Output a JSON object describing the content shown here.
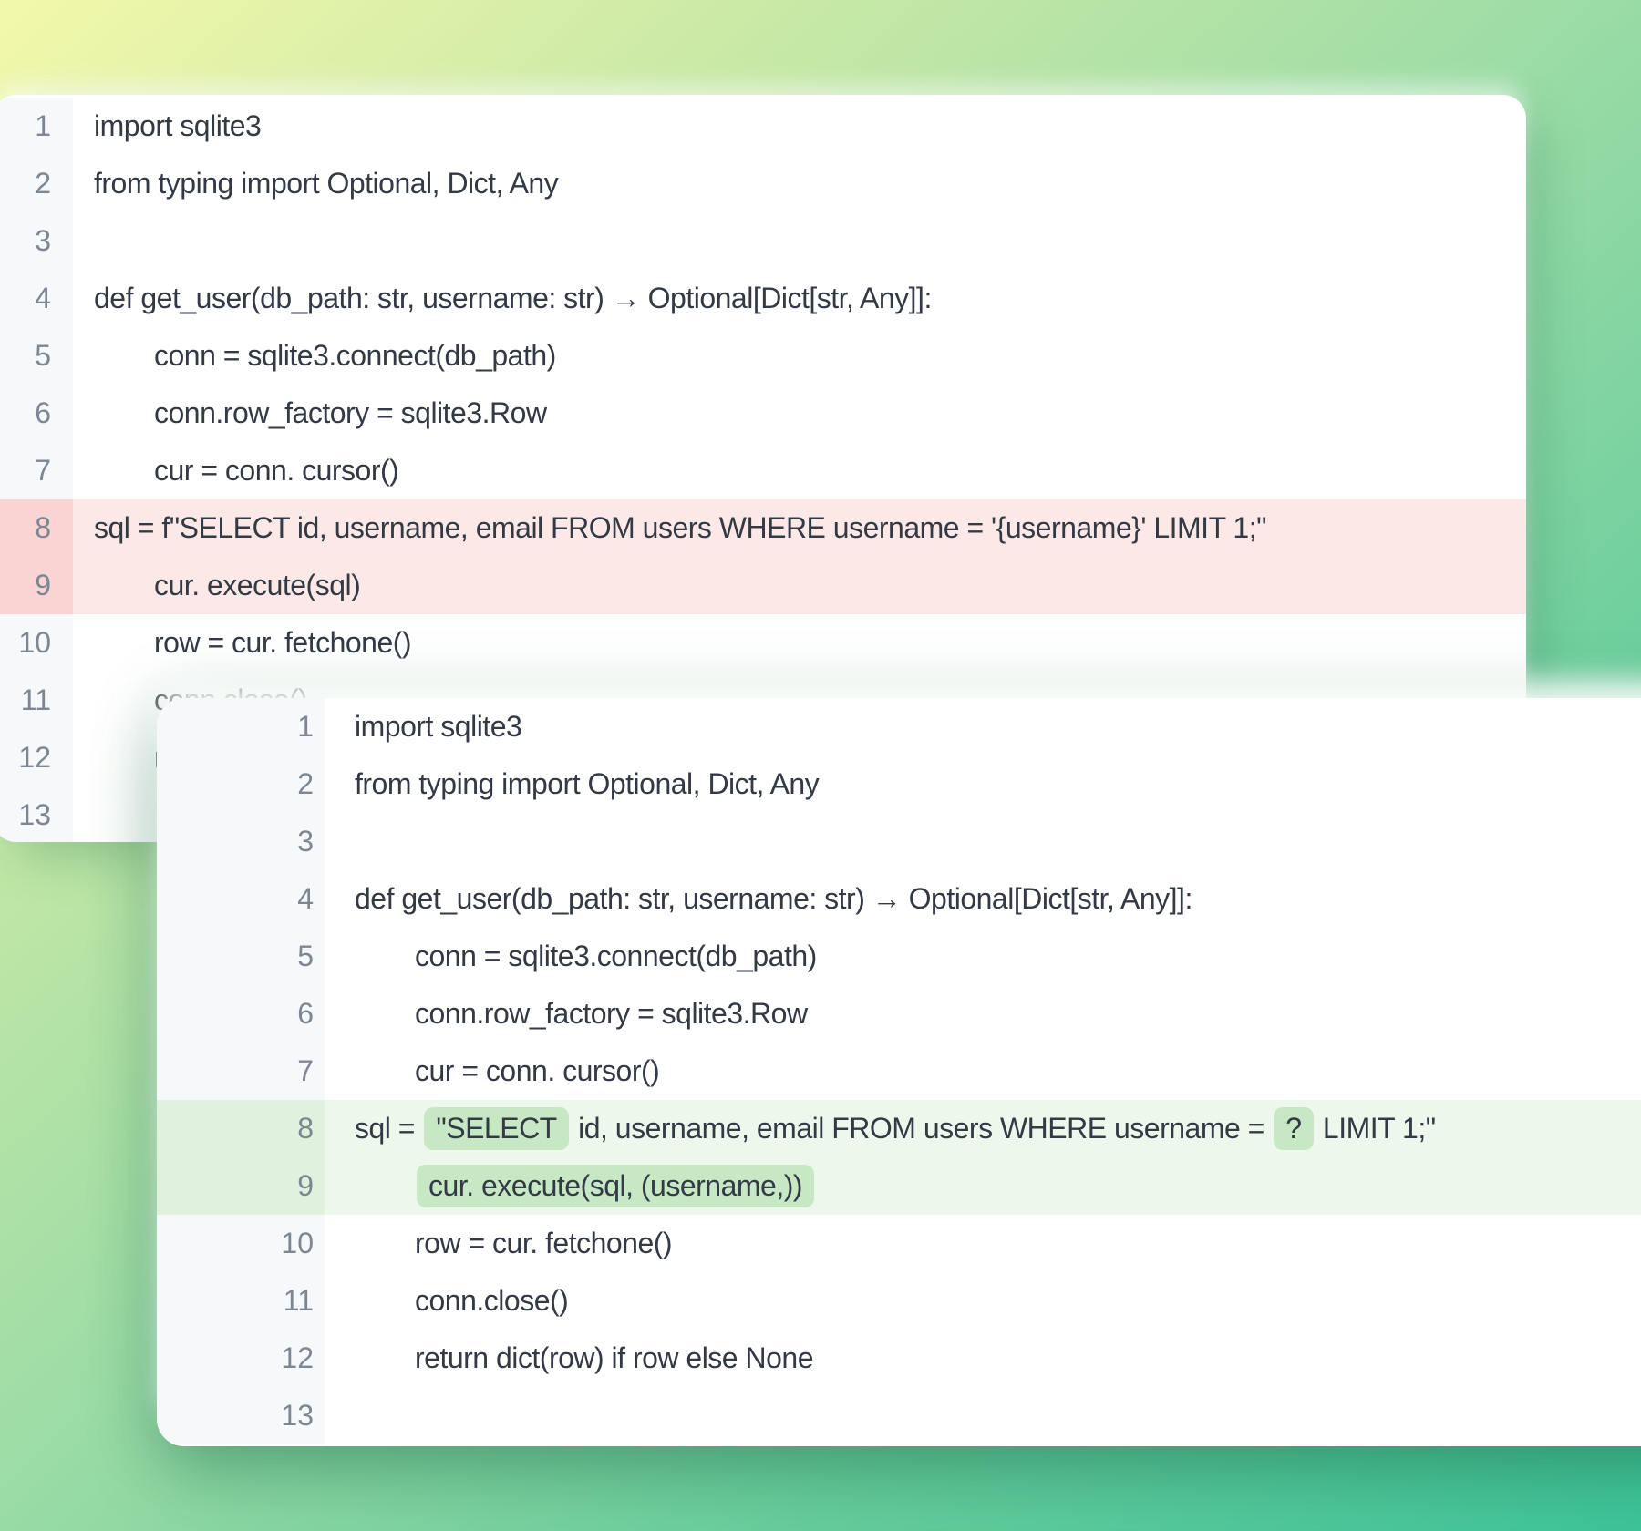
{
  "colors": {
    "background_gradient": [
      "#f3f8ab",
      "#c9e9a6",
      "#9ddca6",
      "#68cd9d",
      "#3fc49a"
    ],
    "panel_bg": "#ffffff",
    "gutter_bg": "#f6f8fa",
    "code_text": "#333a45",
    "line_number": "#7d8793",
    "removed_row_bg": "#fce9e7",
    "removed_gutter_bg": "#f9d4d3",
    "added_row_bg": "#edf7ec",
    "added_gutter_bg": "#e0f1de",
    "added_chip_bg": "#c7e8c5"
  },
  "panels": [
    {
      "name": "vulnerable-code",
      "layer": "back",
      "diff_style": "removed",
      "lines": [
        {
          "n": 1,
          "code": "import sqlite3"
        },
        {
          "n": 2,
          "code": "from typing import Optional, Dict, Any"
        },
        {
          "n": 3,
          "code": ""
        },
        {
          "n": 4,
          "code": "def get_user(db_path: str, username: str) → Optional[Dict[str, Any]]:"
        },
        {
          "n": 5,
          "code": "    conn = sqlite3.connect(db_path)"
        },
        {
          "n": 6,
          "code": "    conn.row_factory = sqlite3.Row"
        },
        {
          "n": 7,
          "code": "    cur = conn. cursor()"
        },
        {
          "n": 8,
          "code": "sql = f\"SELECT id, username, email FROM users WHERE username = '{username}' LIMIT 1;\"",
          "highlight": "red"
        },
        {
          "n": 9,
          "code": "    cur. execute(sql)",
          "highlight": "red"
        },
        {
          "n": 10,
          "code": "    row = cur. fetchone()"
        },
        {
          "n": 11,
          "code": "    conn.close()"
        },
        {
          "n": 12,
          "code": "    return dict(row) if row else None"
        },
        {
          "n": 13,
          "code": ""
        }
      ]
    },
    {
      "name": "fixed-code",
      "layer": "front",
      "diff_style": "added",
      "lines": [
        {
          "n": 1,
          "code": "import sqlite3"
        },
        {
          "n": 2,
          "code": "from typing import Optional, Dict, Any"
        },
        {
          "n": 3,
          "code": ""
        },
        {
          "n": 4,
          "code": "def get_user(db_path: str, username: str) → Optional[Dict[str, Any]]:"
        },
        {
          "n": 5,
          "code": "    conn = sqlite3.connect(db_path)"
        },
        {
          "n": 6,
          "code": "    conn.row_factory = sqlite3.Row"
        },
        {
          "n": 7,
          "code": "    cur = conn. cursor()"
        },
        {
          "n": 8,
          "highlight": "green",
          "segments": [
            {
              "text": "sql = "
            },
            {
              "text": "\"SELECT",
              "chip": true
            },
            {
              "text": " id, username, email FROM users WHERE username = "
            },
            {
              "text": "?",
              "chip": true
            },
            {
              "text": " LIMIT 1;\""
            }
          ]
        },
        {
          "n": 9,
          "highlight": "green",
          "indent": 1,
          "segments": [
            {
              "text": "cur. execute(sql, (username,))",
              "chip": true
            }
          ]
        },
        {
          "n": 10,
          "code": "    row = cur. fetchone()"
        },
        {
          "n": 11,
          "code": "    conn.close()"
        },
        {
          "n": 12,
          "code": "    return dict(row) if row else None"
        },
        {
          "n": 13,
          "code": ""
        }
      ]
    }
  ]
}
